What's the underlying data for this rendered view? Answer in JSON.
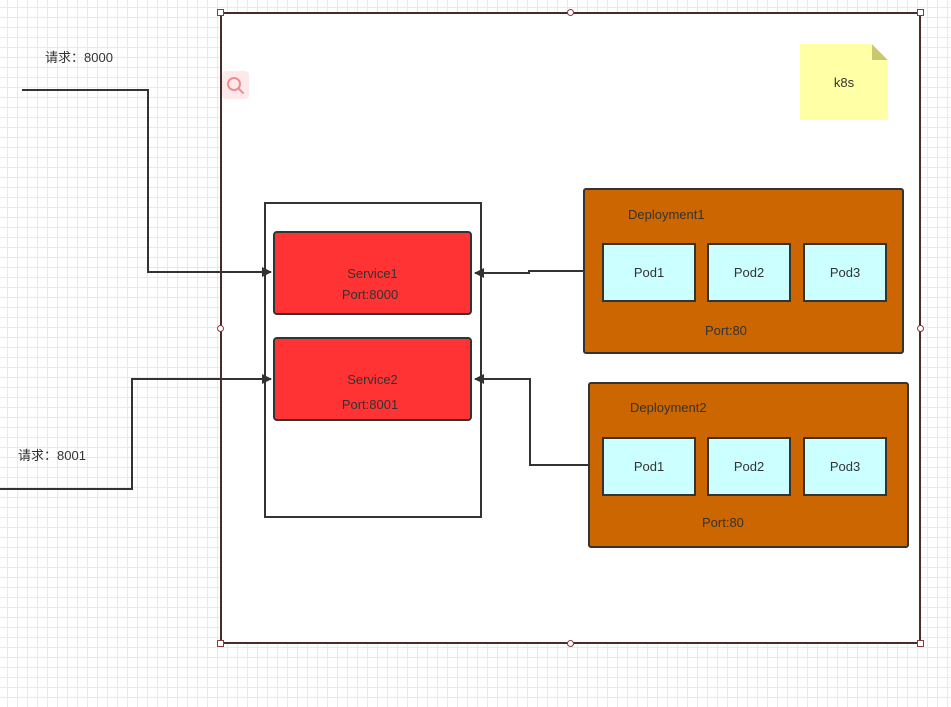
{
  "requests": [
    {
      "label": "请求：8000"
    },
    {
      "label": "请求：8001"
    }
  ],
  "cluster": {
    "label": "k8s"
  },
  "services": [
    {
      "name": "Service1",
      "port": "Port:8000"
    },
    {
      "name": "Service2",
      "port": "Port:8001"
    }
  ],
  "deployments": [
    {
      "name": "Deployment1",
      "pods": [
        "Pod1",
        "Pod2",
        "Pod3"
      ],
      "port": "Port:80"
    },
    {
      "name": "Deployment2",
      "pods": [
        "Pod1",
        "Pod2",
        "Pod3"
      ],
      "port": "Port:80"
    }
  ],
  "colors": {
    "service_fill": "#ff3333",
    "deployment_fill": "#cc6600",
    "pod_fill": "#ccffff",
    "note_fill": "#ffffa6",
    "line": "#333333"
  },
  "icons": [
    "search-icon"
  ]
}
